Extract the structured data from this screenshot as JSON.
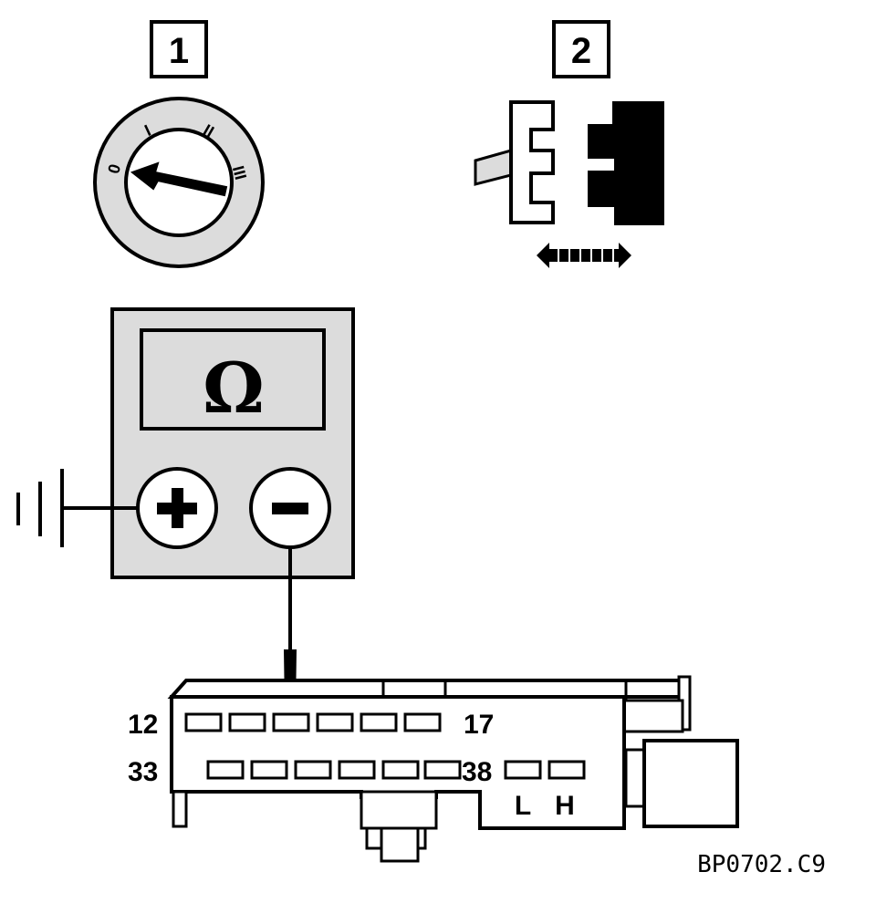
{
  "step_boxes": {
    "step1": "1",
    "step2": "2"
  },
  "ignition_switch": {
    "positions": [
      "0",
      "I",
      "II",
      "III"
    ]
  },
  "ohmmeter": {
    "display_symbol": "Ω",
    "terminal_positive": "+",
    "terminal_negative": "−"
  },
  "connector": {
    "pin_labels": {
      "row1_left": "12",
      "row1_right": "17",
      "row2_left": "33",
      "row2_right": "38"
    },
    "can_labels": {
      "low": "L",
      "high": "H"
    }
  },
  "reference_code": "BP0702.C9"
}
